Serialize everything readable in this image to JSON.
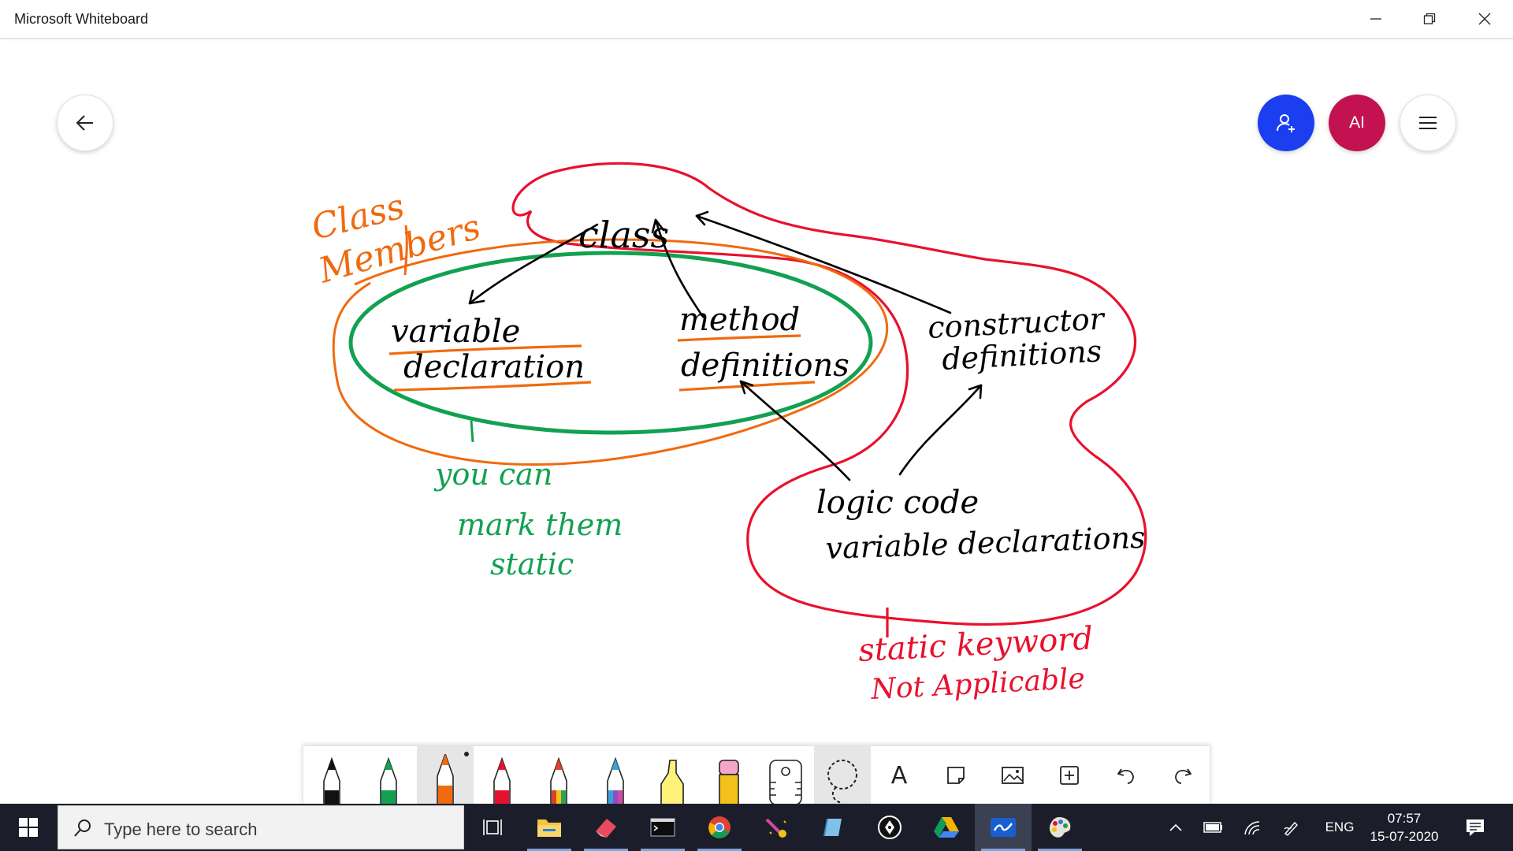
{
  "window": {
    "title": "Microsoft Whiteboard",
    "controls": [
      "minimize",
      "restore",
      "close"
    ]
  },
  "header_buttons": {
    "back_icon": "back-arrow-icon",
    "invite_icon": "invite-person-icon",
    "avatar_initials": "AI",
    "menu_icon": "hamburger-menu-icon"
  },
  "board": {
    "ink_colors": {
      "black": "#000000",
      "orange": "#f06a0f",
      "green": "#12a150",
      "red": "#e8112d"
    },
    "ink_labels": {
      "class_members_line1": "Class",
      "class_members_line2": "Members",
      "class": "class",
      "variable": "variable",
      "declaration": "declaration",
      "method": "method",
      "definitions": "definitions",
      "constructor": "constructor",
      "constructor_definitions": "definitions",
      "logic_code": "logic code",
      "variable_declarations": "variable declarations",
      "you_can": "you can",
      "mark_them": "mark them",
      "static": "static",
      "static_keyword": "static keyword",
      "not_applicable": "Not Applicable"
    }
  },
  "toolbar": {
    "tools": [
      {
        "name": "black-pen",
        "color": "#111111",
        "selected": false
      },
      {
        "name": "green-pen",
        "color": "#12a150",
        "selected": false
      },
      {
        "name": "orange-pen",
        "color": "#f06a0f",
        "selected": true
      },
      {
        "name": "red-pen",
        "color": "#e8112d",
        "selected": false
      },
      {
        "name": "rainbow-pen",
        "color": "#e0402a",
        "selected": false
      },
      {
        "name": "galaxy-pen",
        "color": "#3aa0d8",
        "selected": false
      },
      {
        "name": "highlighter",
        "color": "#fff27a",
        "selected": false
      },
      {
        "name": "eraser",
        "color": "#f3a6c6",
        "selected": false
      },
      {
        "name": "ruler",
        "color": "#ffffff",
        "selected": false
      },
      {
        "name": "lasso",
        "color": "#ffffff",
        "selected": true
      },
      {
        "name": "text",
        "glyph": "A"
      },
      {
        "name": "note"
      },
      {
        "name": "image"
      },
      {
        "name": "add"
      },
      {
        "name": "undo"
      },
      {
        "name": "redo"
      }
    ]
  },
  "taskbar": {
    "search_placeholder": "Type here to search",
    "apps": [
      "task-view",
      "file-explorer",
      "app-eraser",
      "terminal",
      "chrome",
      "app-sparkle",
      "app-notes",
      "app-pen",
      "google-drive",
      "whiteboard",
      "paint"
    ],
    "tray": {
      "language": "ENG",
      "time": "07:57",
      "date": "15-07-2020"
    }
  }
}
